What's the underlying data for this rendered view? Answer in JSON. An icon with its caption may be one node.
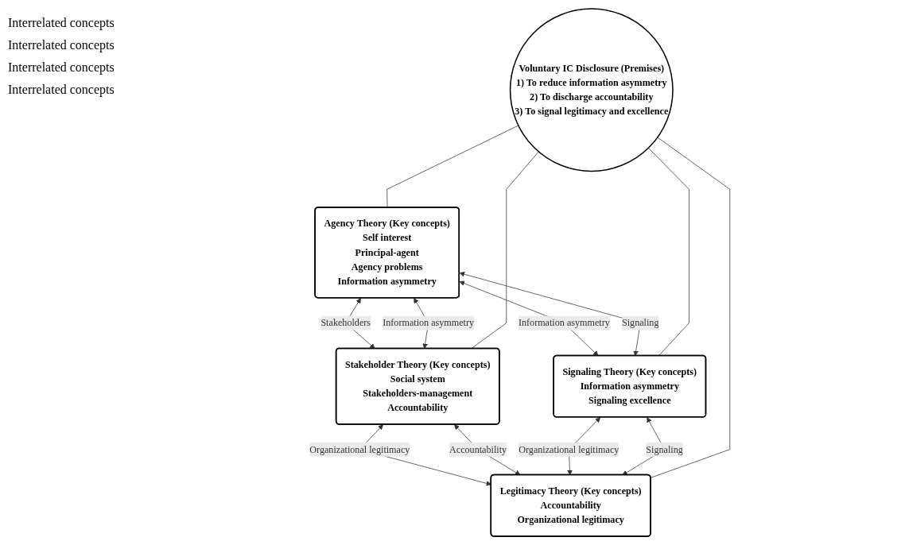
{
  "diagram": {
    "nodes": [
      {
        "text": [
          "Agency Theory (Key concepts)",
          "Self interest",
          "Principal-agent",
          "Agency problems",
          "Information asymmetry"
        ]
      },
      {
        "text": [
          "Stakeholder Theory (Key concepts)",
          "Social system",
          "Stakeholders-management",
          "Accountability"
        ]
      },
      {
        "text": [
          "Voluntary IC Disclosure (Premises)",
          "1) To reduce information asymmetry",
          "2) To discharge accountability",
          "3) To signal legitimacy and excellence"
        ]
      },
      {
        "text": [
          "Signaling Theory (Key concepts)",
          "Information asymmetry",
          "Signaling excellence"
        ]
      },
      {
        "text": [
          "Legitimacy Theory (Key concepts)",
          "Accountability",
          "Organizational legitimacy"
        ]
      }
    ],
    "edges": [
      {
        "from": 0,
        "to": 1,
        "arrow": "both",
        "label": "Stakeholders"
      },
      {
        "from": 0,
        "to": 1,
        "arrow": "both",
        "label": "Information asymmetry"
      },
      {
        "from": 0,
        "to": 3,
        "arrow": "both",
        "label": "Information asymmetry"
      },
      {
        "from": 0,
        "to": 3,
        "arrow": "both",
        "label": "Signaling"
      },
      {
        "from": 1,
        "to": 4,
        "arrow": "both",
        "label": "Organizational legitimacy"
      },
      {
        "from": 1,
        "to": 4,
        "arrow": "both",
        "label": "Accountability"
      },
      {
        "from": 3,
        "to": 4,
        "arrow": "both",
        "label": "Organizational legitimacy"
      },
      {
        "from": 3,
        "to": 4,
        "arrow": "both",
        "label": "Signaling"
      },
      {
        "from": 2,
        "to": 0,
        "arrow": "none"
      },
      {
        "from": 2,
        "to": 1,
        "arrow": "none"
      },
      {
        "from": 2,
        "to": 3,
        "arrow": "none"
      },
      {
        "from": 2,
        "to": 4,
        "arrow": "none"
      }
    ],
    "labels": [
      "Interrelated concepts",
      "Interrelated concepts",
      "Interrelated concepts",
      "Interrelated concepts"
    ]
  }
}
